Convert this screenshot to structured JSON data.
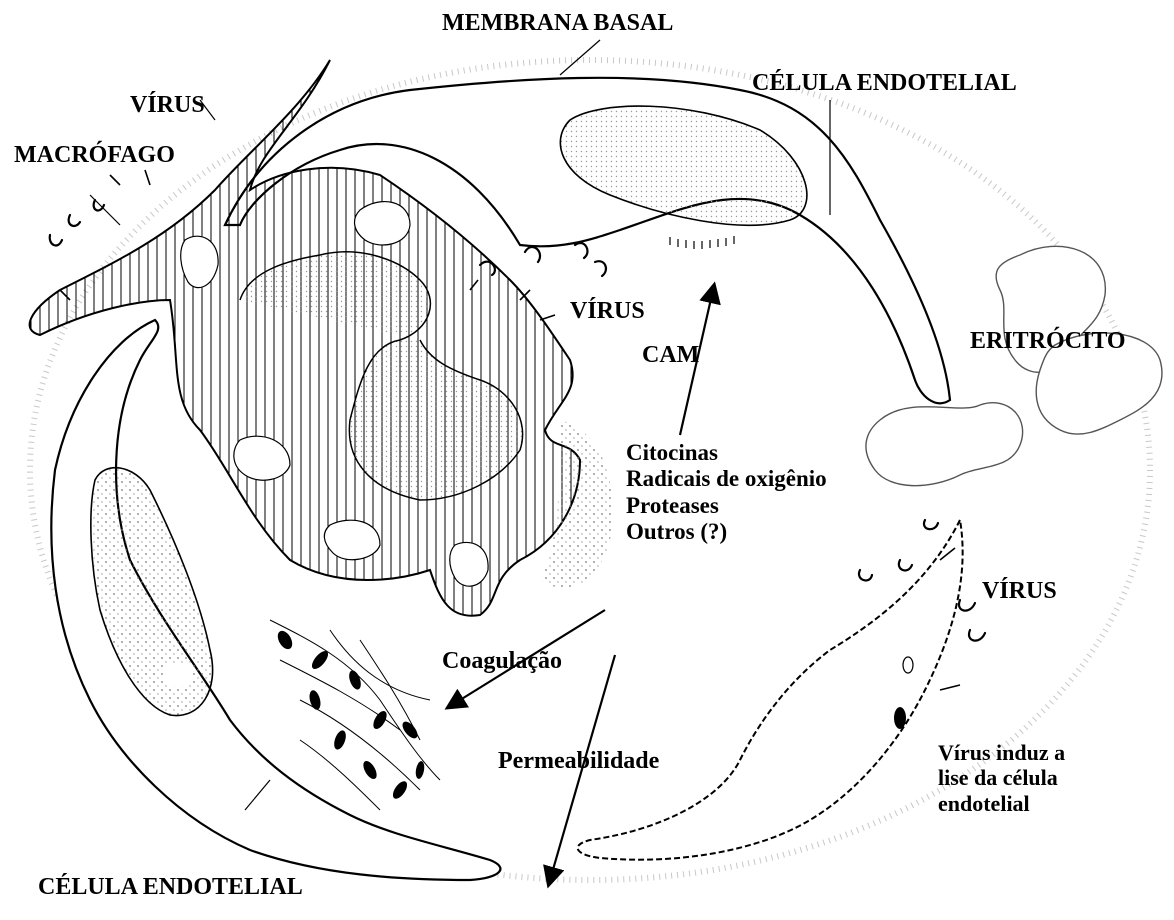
{
  "labels": {
    "membrana_basal": "MEMBRANA BASAL",
    "virus_top": "VÍRUS",
    "celula_endotelial_top": "CÉLULA ENDOTELIAL",
    "macrofago": "MACRÓFAGO",
    "virus_center": "VÍRUS",
    "eritrocito": "ERITRÓCITO",
    "cam": "CAM",
    "mediators": [
      "Citocinas",
      "Radicais de oxigênio",
      "Proteases",
      "Outros (?)"
    ],
    "virus_right": "VÍRUS",
    "coagulacao": "Coagulação",
    "permeabilidade": "Permeabilidade",
    "lise": [
      "Vírus induz a",
      "lise da célula",
      "endotelial"
    ],
    "celula_endotelial_bottom": "CÉLULA ENDOTELIAL"
  },
  "colors": {
    "ink": "#000000",
    "stipple": "#8a8a8a",
    "background": "#ffffff"
  }
}
